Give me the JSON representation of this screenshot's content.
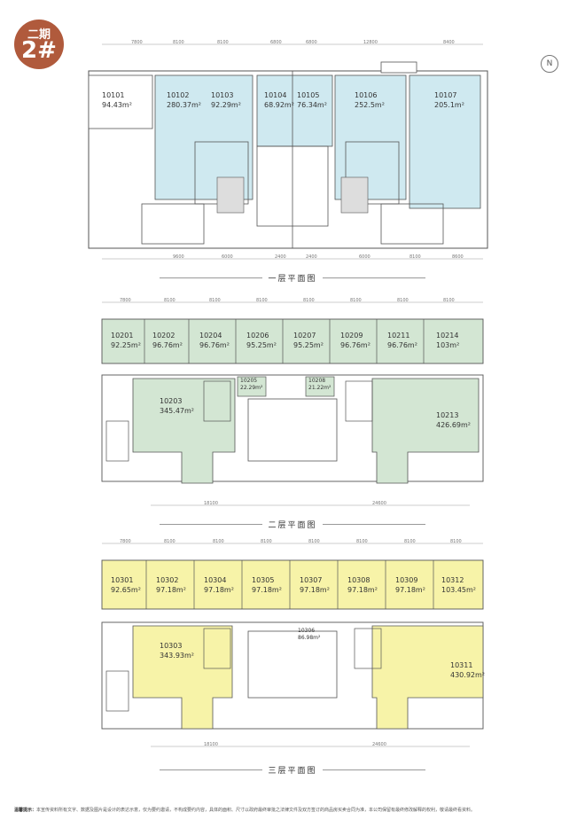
{
  "badge": {
    "line1": "二期",
    "line2": "2#"
  },
  "compass": {
    "glyph": "N"
  },
  "colors": {
    "floor1": "#cfe9f0",
    "floor2": "#d3e6d3",
    "floor3": "#f7f3a8",
    "wall": "#555555"
  },
  "floor1": {
    "title": "一层平面图",
    "units": [
      {
        "num": "10101",
        "area": "94.43m²"
      },
      {
        "num": "10102",
        "area": "280.37m²"
      },
      {
        "num": "10103",
        "area": "92.29m²"
      },
      {
        "num": "10104",
        "area": "68.92m²"
      },
      {
        "num": "10105",
        "area": "76.34m²"
      },
      {
        "num": "10106",
        "area": "252.5m²"
      },
      {
        "num": "10107",
        "area": "205.1m²"
      }
    ],
    "dims_top": [
      "7800",
      "8100",
      "8100",
      "6800",
      "6800",
      "12800",
      "8400"
    ],
    "dims_bottom": [
      "9600",
      "6000",
      "2400",
      "2400",
      "6000",
      "8100",
      "8600"
    ]
  },
  "floor2": {
    "title": "二层平面图",
    "units": [
      {
        "num": "10201",
        "area": "92.25m²"
      },
      {
        "num": "10202",
        "area": "96.76m²"
      },
      {
        "num": "10204",
        "area": "96.76m²"
      },
      {
        "num": "10206",
        "area": "95.25m²"
      },
      {
        "num": "10207",
        "area": "95.25m²"
      },
      {
        "num": "10209",
        "area": "96.76m²"
      },
      {
        "num": "10211",
        "area": "96.76m²"
      },
      {
        "num": "10214",
        "area": "103m²"
      },
      {
        "num": "10203",
        "area": "345.47m²"
      },
      {
        "num": "10205",
        "area": "22.29m²"
      },
      {
        "num": "10208",
        "area": "21.22m²"
      },
      {
        "num": "10213",
        "area": "426.69m²"
      }
    ],
    "dims_top": [
      "7800",
      "8100",
      "8100",
      "8100",
      "8100",
      "8100",
      "8100",
      "8100"
    ],
    "dims_bottom": [
      "18100",
      "24600"
    ]
  },
  "floor3": {
    "title": "三层平面图",
    "units": [
      {
        "num": "10301",
        "area": "92.65m²"
      },
      {
        "num": "10302",
        "area": "97.18m²"
      },
      {
        "num": "10304",
        "area": "97.18m²"
      },
      {
        "num": "10305",
        "area": "97.18m²"
      },
      {
        "num": "10307",
        "area": "97.18m²"
      },
      {
        "num": "10308",
        "area": "97.18m²"
      },
      {
        "num": "10309",
        "area": "97.18m²"
      },
      {
        "num": "10312",
        "area": "103.45m²"
      },
      {
        "num": "10303",
        "area": "343.93m²"
      },
      {
        "num": "10306",
        "area": "86.98m²"
      },
      {
        "num": "10311",
        "area": "430.92m²"
      }
    ],
    "dims_top": [
      "7800",
      "8100",
      "8100",
      "8100",
      "8100",
      "8100",
      "8100",
      "8100"
    ],
    "dims_bottom": [
      "18100",
      "24600"
    ]
  },
  "disclaimer": {
    "label": "温馨提示：",
    "text": "本宣传资料所有文字、数据及图片是设计的表达示意，仅为要约邀请，不构成要约内容，具体的面积、尺寸以政府最终审批之法律文件及双方签订的商品房买卖合同为准，本公司保留有最终修改解释的权利，敬请最终看资料。"
  }
}
